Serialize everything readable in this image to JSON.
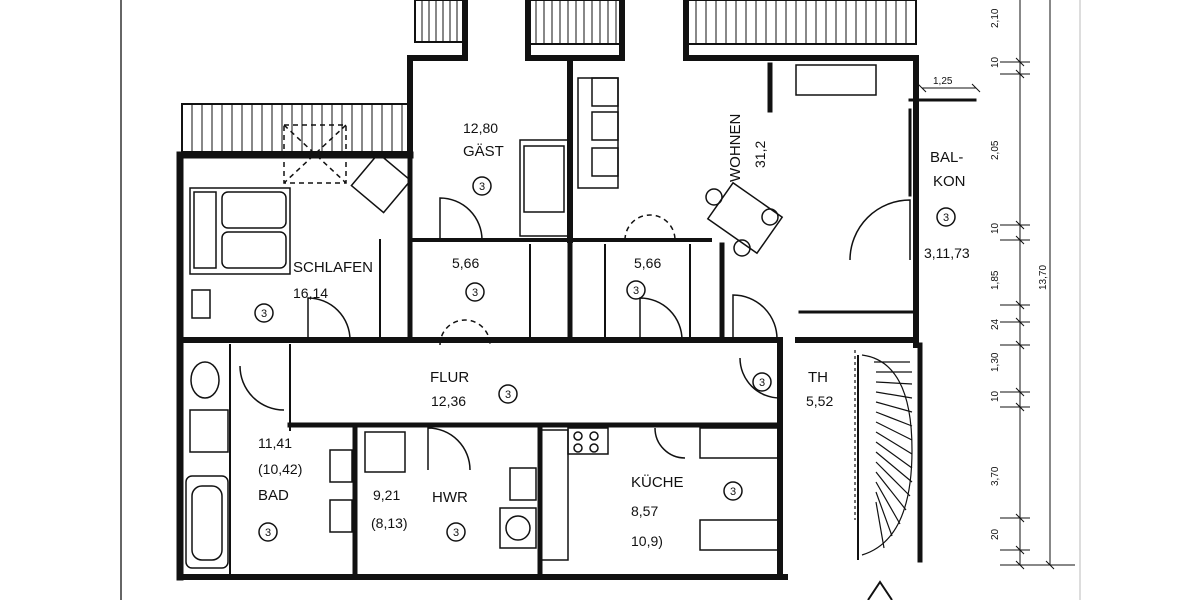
{
  "rooms": {
    "gast": {
      "area": "12,80",
      "name": "GÄST",
      "num": "3"
    },
    "wohnen": {
      "name": "WOHNEN",
      "area": "31,2"
    },
    "balkon": {
      "name_1": "BAL-",
      "name_2": "KON",
      "num": "3",
      "area": "3,11,73"
    },
    "schlafen": {
      "name": "SCHLAFEN",
      "area": "16,14",
      "num": "3"
    },
    "room_a": {
      "area": "5,66",
      "num": "3"
    },
    "room_b": {
      "area": "5,66",
      "num": "3"
    },
    "flur": {
      "name": "FLUR",
      "area": "12,36",
      "num": "3"
    },
    "th": {
      "name": "TH",
      "area": "5,52",
      "num": "3"
    },
    "bad": {
      "area_1": "11,41",
      "area_2": "(10,42)",
      "name": "BAD",
      "num": "3"
    },
    "hwr": {
      "area_1": "9,21",
      "area_2": "(8,13)",
      "name": "HWR",
      "num": "3"
    },
    "kueche": {
      "name": "KÜCHE",
      "area_1": "8,57",
      "area_2": "10,9)",
      "num": "3"
    }
  },
  "dimensions": {
    "balcony_depth": "1,25",
    "right_side": [
      "2,10",
      "10",
      "2,05",
      "10",
      "1,85",
      "24",
      "1,30",
      "10",
      "3,70",
      "20"
    ],
    "total_height": "13,70"
  }
}
